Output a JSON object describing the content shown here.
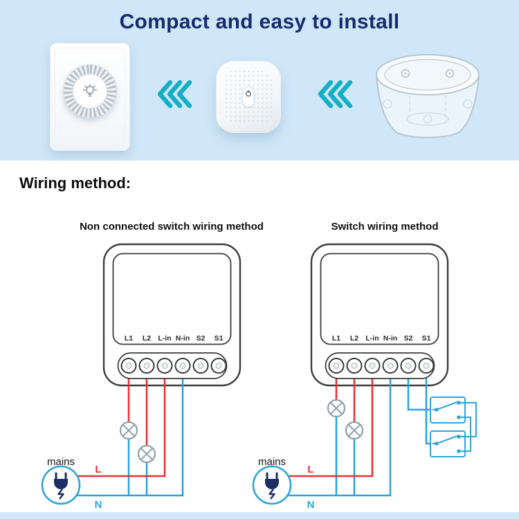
{
  "banner": {
    "title": "Compact and easy to install"
  },
  "products": {
    "left": "rotary-dimmer-wall-switch",
    "center": "mini-smart-switch-module",
    "right": "round-junction-box"
  },
  "icons": {
    "arrows": "triple-chevron-left",
    "plug": "mains-plug-with-bolt",
    "lamp": "lamp-circle-cross",
    "switch": "two-way-switch-symbol",
    "dimmer_knob": "dimmer-knob-bulb",
    "module_button": "power-button"
  },
  "wiring": {
    "heading": "Wiring method:",
    "diagrams": [
      {
        "title": "Non connected switch wiring method",
        "terminals": [
          "L1",
          "L2",
          "L-in",
          "N-in",
          "S2",
          "S1"
        ],
        "mains_label": "mains",
        "live_label": "L",
        "neutral_label": "N"
      },
      {
        "title": "Switch wiring method",
        "terminals": [
          "L1",
          "L2",
          "L-in",
          "N-in",
          "S2",
          "S1"
        ],
        "mains_label": "mains",
        "live_label": "L",
        "neutral_label": "N"
      }
    ]
  },
  "colors": {
    "banner_bg": "#cfe7f8",
    "title_color": "#162a6e",
    "heading_color": "#0d0d0d",
    "arrow_teal": "#14aec5",
    "wire_live": "#e83134",
    "wire_neutral": "#2ba4dc",
    "outline": "#3c3c3c",
    "lamp_stroke": "#8ba0ac",
    "plug_navy": "#1c2f63"
  }
}
